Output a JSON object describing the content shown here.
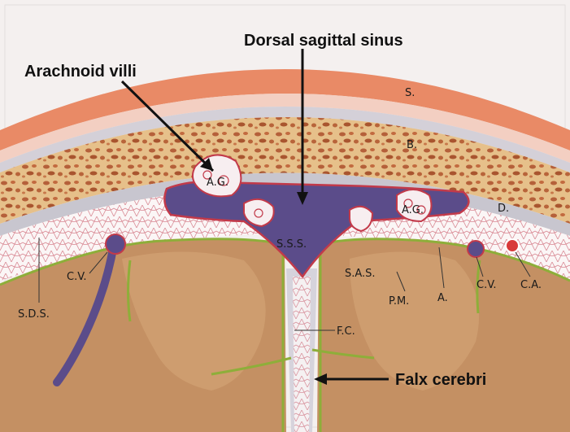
{
  "callouts": {
    "arachnoid_villi": "Arachnoid villi",
    "dorsal_sagittal_sinus": "Dorsal sagittal sinus",
    "falx_cerebri": "Falx cerebri"
  },
  "labels": {
    "s": "S.",
    "b": "B.",
    "d": "D.",
    "ag_left": "A.G.",
    "ag_right": "A.G.",
    "sss": "S.S.S.",
    "sas": "S.A.S.",
    "cv_left": "C.V.",
    "cv_right": "C.V.",
    "sds": "S.D.S.",
    "pm": "P.M.",
    "a": "A.",
    "ca": "C.A.",
    "fc": "F.C."
  },
  "colors": {
    "background": "#f4f0ef",
    "skin": "#e98a66",
    "bone": "#e8c38b",
    "bone_spots": "#b5603a",
    "dura": "#c8c6cf",
    "sinus": "#5b4c8a",
    "vessel_red": "#c23a4a",
    "brain": "#c49063",
    "pia": "#8eae3a"
  }
}
